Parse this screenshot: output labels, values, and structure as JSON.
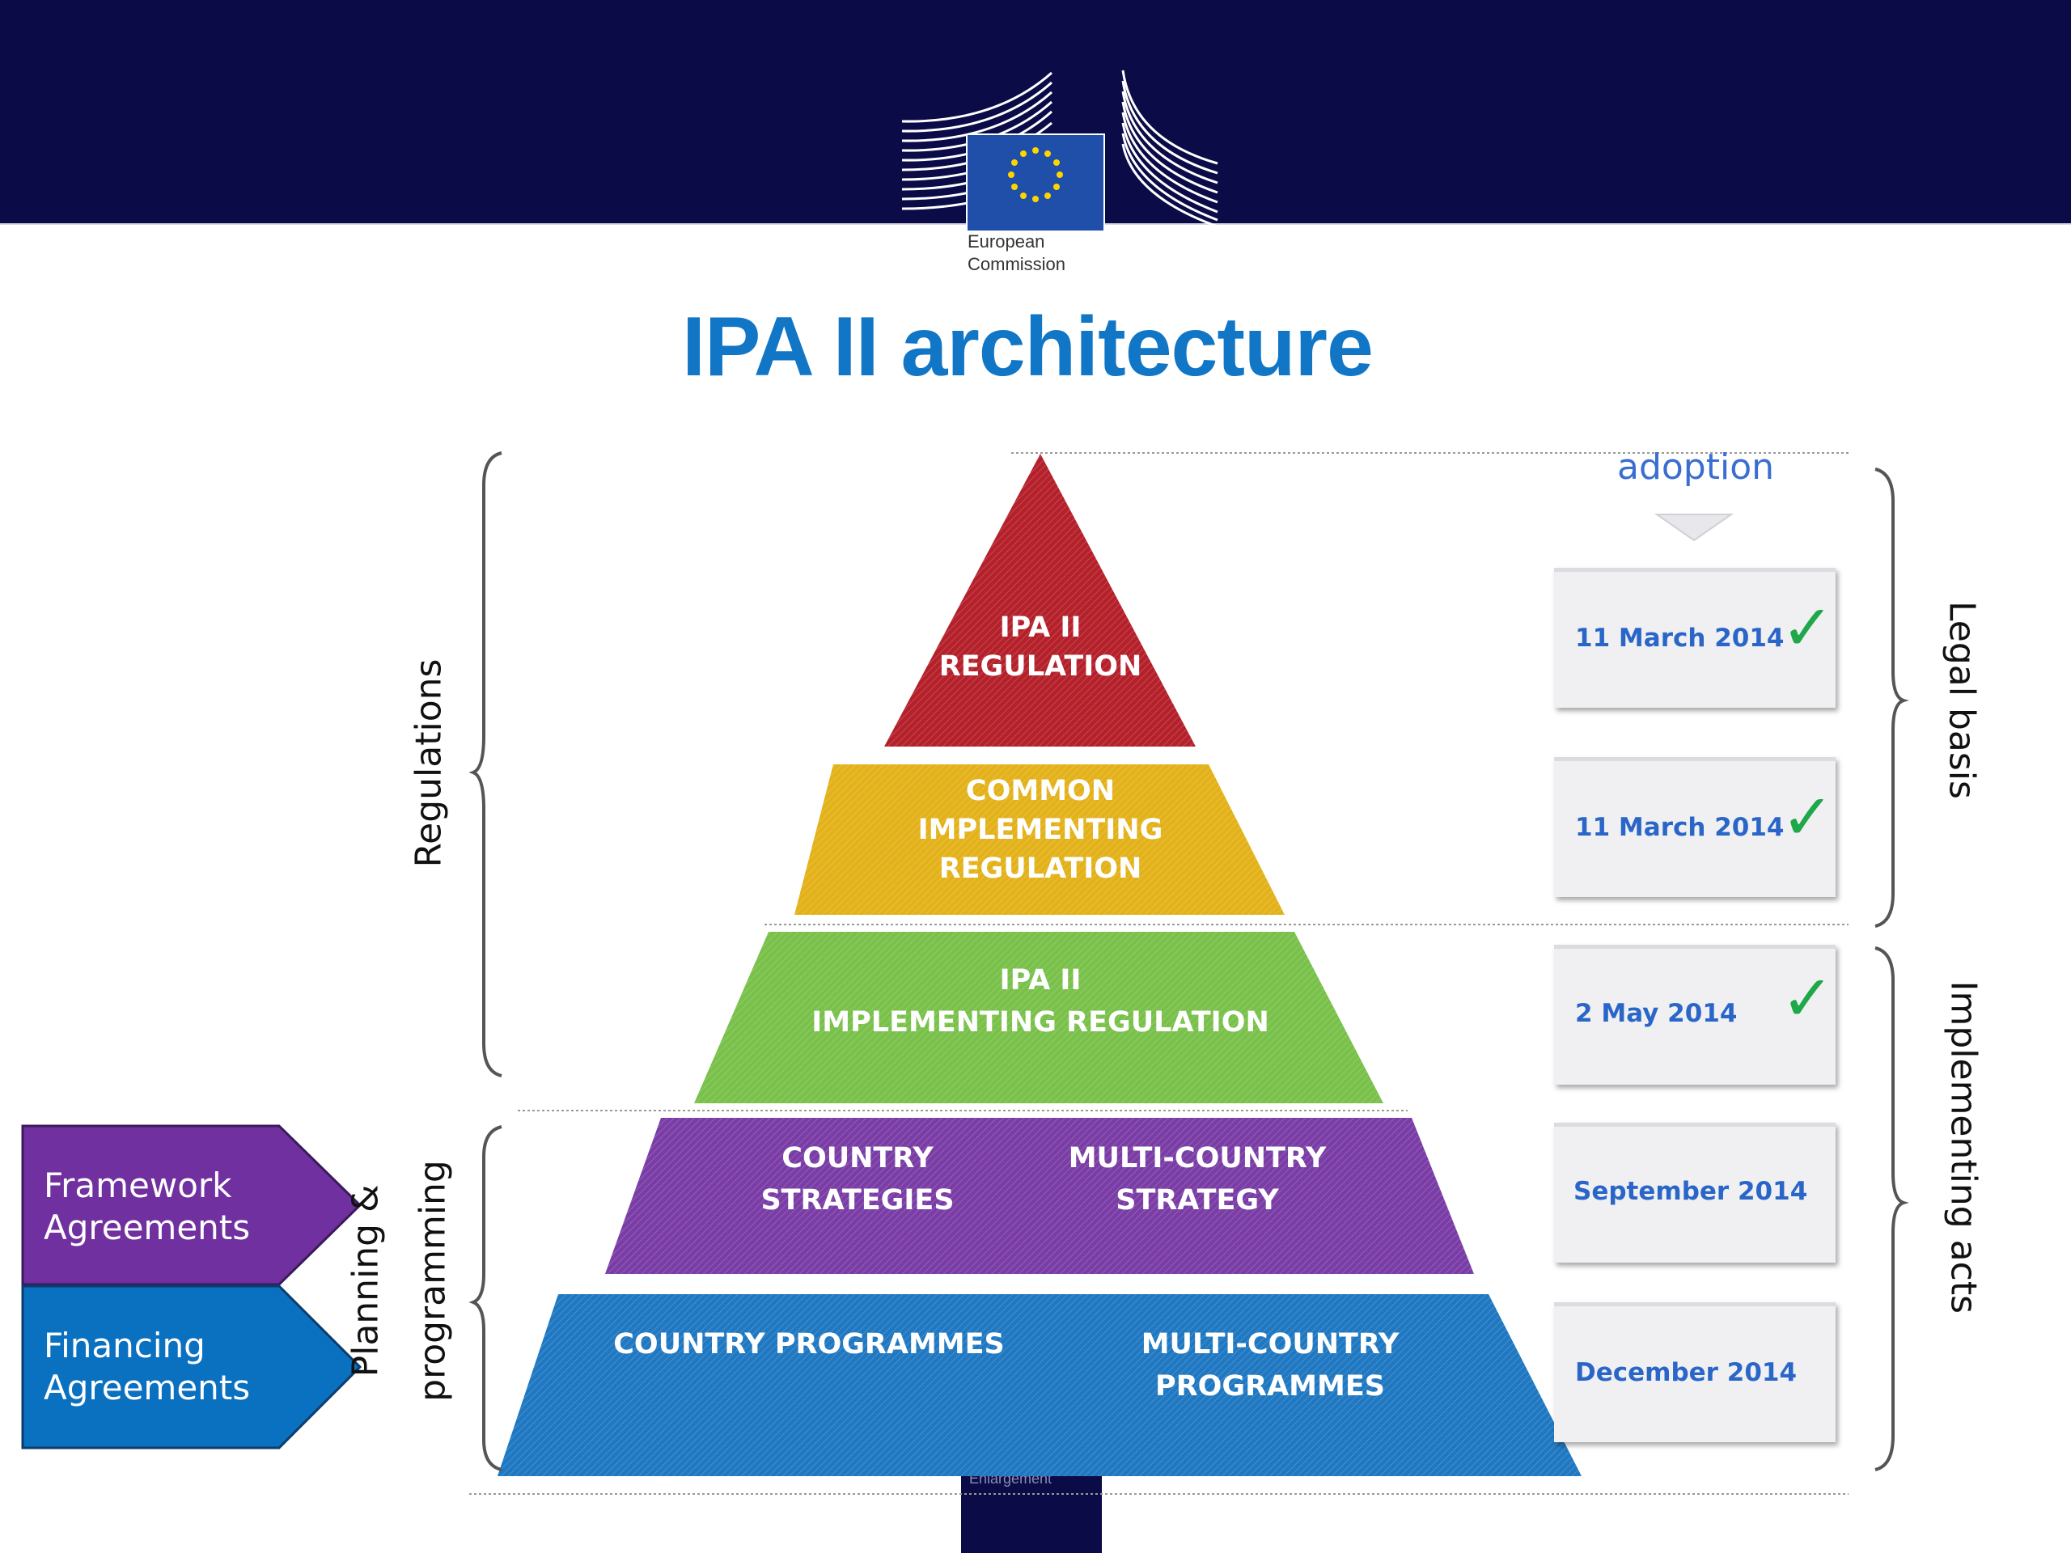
{
  "header": {
    "logo_line1": "European",
    "logo_line2": "Commission",
    "bottom_strip_text": "Enlargement",
    "brand_color": "#0b0b48"
  },
  "title": "IPA II architecture",
  "adoption_label": "adoption",
  "pyramid": {
    "tiers": [
      {
        "id": "tier-1",
        "lines": [
          "IPA II",
          "REGULATION"
        ],
        "color": "#b5212b"
      },
      {
        "id": "tier-2",
        "lines": [
          "COMMON",
          "IMPLEMENTING",
          "REGULATION"
        ],
        "color": "#e3b21a"
      },
      {
        "id": "tier-3",
        "lines": [
          "IPA II",
          "IMPLEMENTING REGULATION"
        ],
        "color": "#79c14a"
      },
      {
        "id": "tier-4",
        "left_lines": [
          "COUNTRY",
          "STRATEGIES"
        ],
        "right_lines": [
          "MULTI-COUNTRY",
          "STRATEGY"
        ],
        "color": "#7a3da6"
      },
      {
        "id": "tier-5",
        "left_lines": [
          "COUNTRY PROGRAMMES"
        ],
        "right_lines": [
          "MULTI-COUNTRY",
          "PROGRAMMES"
        ],
        "color": "#1f78c1"
      }
    ]
  },
  "dates": [
    {
      "label": "11 March 2014",
      "check": "✓"
    },
    {
      "label": "11 March 2014",
      "check": "✓"
    },
    {
      "label": "2 May 2014",
      "check": "✓"
    },
    {
      "label": "September 2014",
      "check": ""
    },
    {
      "label": "December 2014",
      "check": ""
    }
  ],
  "left_labels": {
    "regulations": "Regulations",
    "planning_line1": "Planning  &",
    "planning_line2": "programming"
  },
  "right_labels": {
    "legal_basis": "Legal basis",
    "implementing_acts": "Implementing acts"
  },
  "arrows": [
    {
      "line1": "Framework",
      "line2": "Agreements",
      "color": "#7030a0"
    },
    {
      "line1": "Financing",
      "line2": "Agreements",
      "color": "#0a70c0"
    }
  ],
  "colors": {
    "title": "#1176c6",
    "date_text": "#2a66c8",
    "check": "#1fa84a"
  }
}
